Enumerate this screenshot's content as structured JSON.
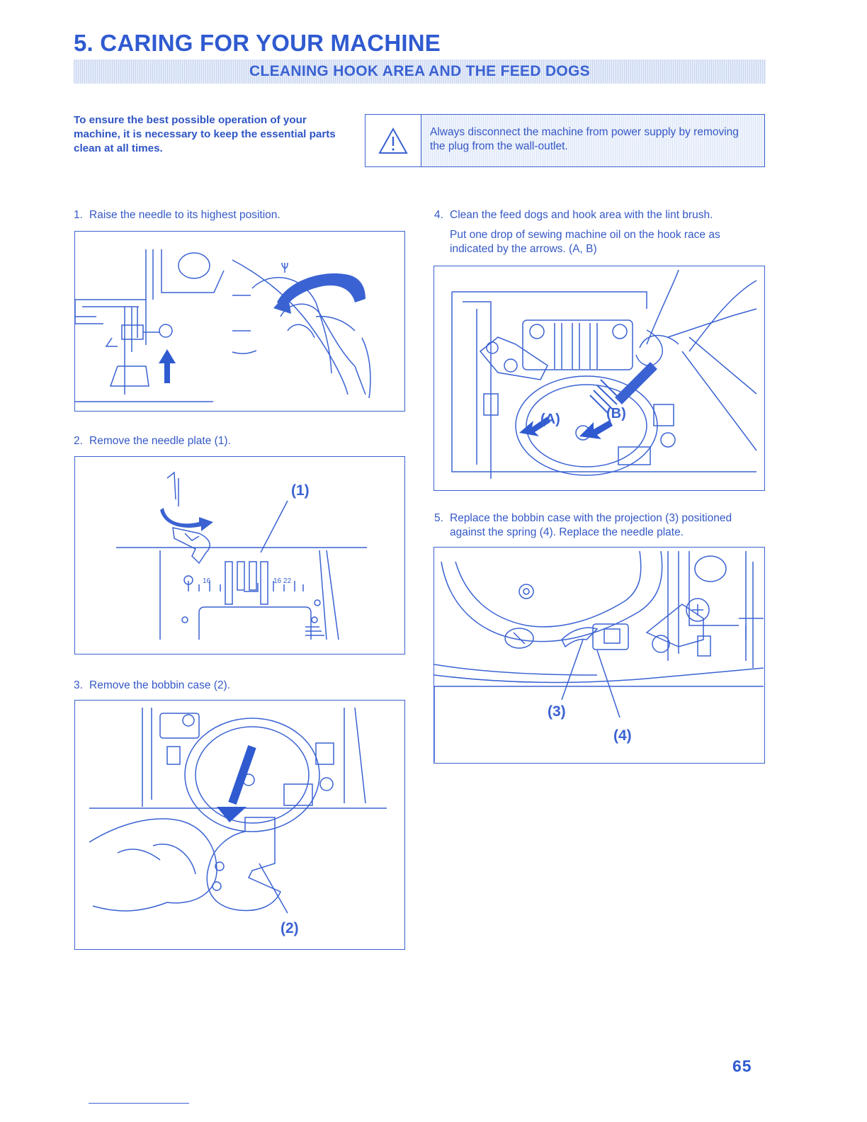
{
  "header": {
    "title": "5. CARING FOR YOUR MACHINE",
    "banner": "CLEANING HOOK AREA AND THE FEED DOGS"
  },
  "intro": "To ensure the best possible operation of your machine, it is necessary to keep the essential parts clean at all times.",
  "warning": {
    "icon": "warning-triangle-icon",
    "text": "Always disconnect the machine from power supply by removing the plug from the wall-outlet."
  },
  "steps": [
    {
      "num": "1.",
      "text": "Raise the needle to its highest position."
    },
    {
      "num": "2.",
      "text": "Remove the needle plate (1)."
    },
    {
      "num": "3.",
      "text": "Remove the bobbin case (2)."
    },
    {
      "num": "4.",
      "text": "Clean the feed dogs and hook area with the lint brush.",
      "sub": "Put one drop of sewing  machine oil on the hook race as indicated by the arrows. (A, B)"
    },
    {
      "num": "5.",
      "text": "Replace the bobbin case with the projection (3) positioned against the spring (4). Replace the needle plate."
    }
  ],
  "callouts": {
    "needle_plate": "(1)",
    "bobbin_case": "(2)",
    "projection": "(3)",
    "spring": "(4)",
    "arrow_a": "(A)",
    "arrow_b": "(B)"
  },
  "page_number": "65",
  "colors": {
    "ink": "#2f55c4",
    "accent": "#2f5ad0",
    "line": "#3a62d2"
  }
}
